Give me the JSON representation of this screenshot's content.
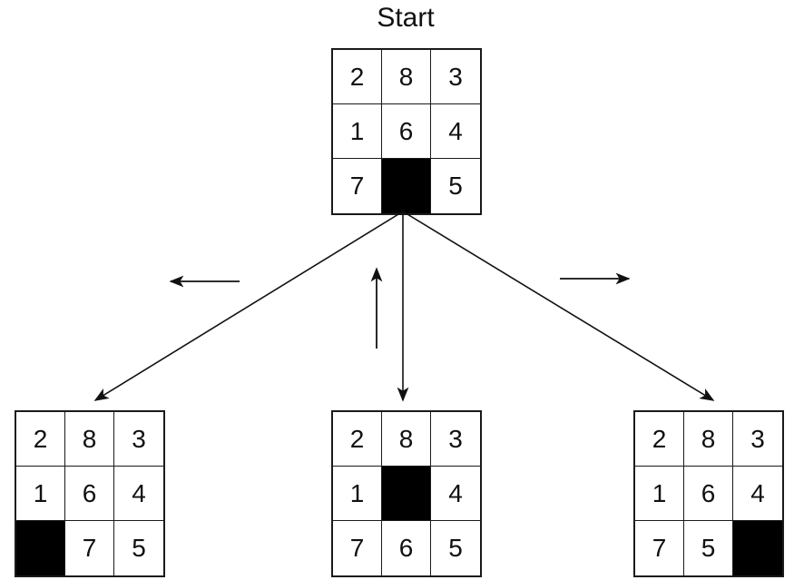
{
  "title": "Start",
  "boards": {
    "start": [
      [
        "2",
        "8",
        "3"
      ],
      [
        "1",
        "6",
        "4"
      ],
      [
        "7",
        "",
        "5"
      ]
    ],
    "left": [
      [
        "2",
        "8",
        "3"
      ],
      [
        "1",
        "6",
        "4"
      ],
      [
        "",
        "7",
        "5"
      ]
    ],
    "middle": [
      [
        "2",
        "8",
        "3"
      ],
      [
        "1",
        "",
        "4"
      ],
      [
        "7",
        "6",
        "5"
      ]
    ],
    "right": [
      [
        "2",
        "8",
        "3"
      ],
      [
        "1",
        "6",
        "4"
      ],
      [
        "7",
        "5",
        ""
      ]
    ]
  },
  "moves": [
    "left",
    "up",
    "right"
  ]
}
